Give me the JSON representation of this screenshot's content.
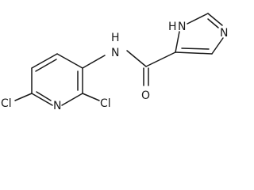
{
  "molecule": {
    "atoms": {
      "cl_left": "Cl",
      "n_pyridine": "N",
      "cl_right": "Cl",
      "nh_amide": "N",
      "h_amide": "H",
      "o_carbonyl": "O",
      "nh_imidazole": "N",
      "h_imidazole": "H",
      "n_imidazole": "N"
    }
  }
}
